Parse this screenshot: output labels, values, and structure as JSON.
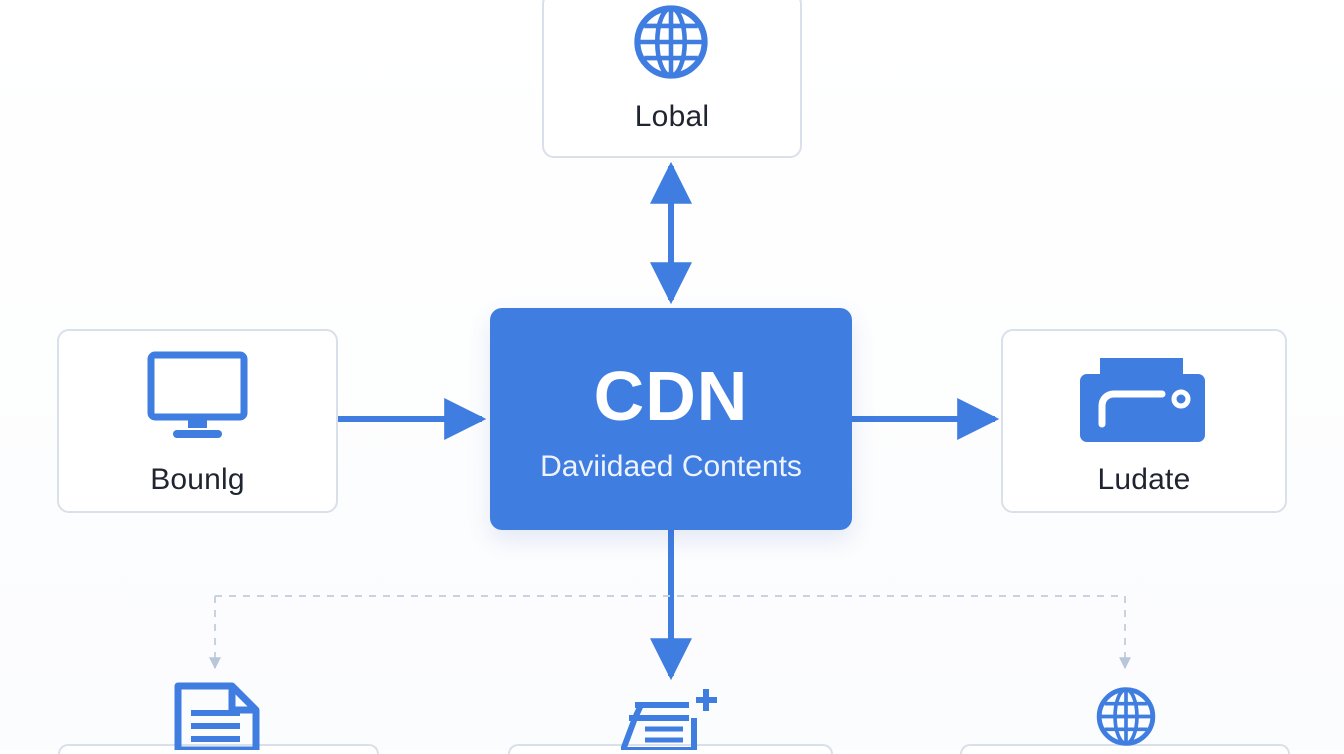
{
  "diagram": {
    "nodes": {
      "center": {
        "title": "CDN",
        "subtitle": "Daviidaed Contents"
      },
      "top": {
        "label": "Lobal",
        "icon": "globe-icon"
      },
      "left": {
        "label": "Bounlg",
        "icon": "monitor-icon"
      },
      "right": {
        "label": "Ludate",
        "icon": "printer-icon"
      },
      "bottom_left": {
        "icon": "document-icon"
      },
      "bottom_middle": {
        "icon": "stack-add-icon"
      },
      "bottom_right": {
        "icon": "globe-icon"
      }
    },
    "connections": [
      {
        "from": "top",
        "to": "center",
        "style": "solid",
        "direction": "both"
      },
      {
        "from": "left",
        "to": "center",
        "style": "solid",
        "direction": "forward"
      },
      {
        "from": "center",
        "to": "right",
        "style": "solid",
        "direction": "forward"
      },
      {
        "from": "center",
        "to": "bottom_middle",
        "style": "solid",
        "direction": "forward"
      },
      {
        "from": "dashed_bus",
        "to": "bottom_left",
        "style": "dashed",
        "direction": "forward"
      },
      {
        "from": "dashed_bus",
        "to": "bottom_right",
        "style": "dashed",
        "direction": "forward"
      }
    ],
    "colors": {
      "primary": "#3f7de0",
      "primary_dark": "#2f67c8",
      "border": "#d9e0ea",
      "text": "#1f2430",
      "dashed": "#c5d0df",
      "center_text": "#ffffff"
    }
  }
}
